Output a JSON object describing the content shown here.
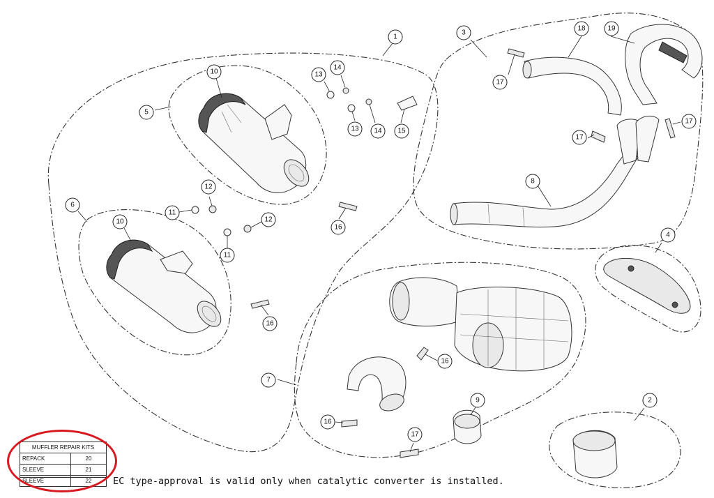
{
  "callouts": [
    {
      "id": "c1",
      "label": "1"
    },
    {
      "id": "c2",
      "label": "2"
    },
    {
      "id": "c3",
      "label": "3"
    },
    {
      "id": "c4",
      "label": "4"
    },
    {
      "id": "c5",
      "label": "5"
    },
    {
      "id": "c6",
      "label": "6"
    },
    {
      "id": "c7",
      "label": "7"
    },
    {
      "id": "c8",
      "label": "8"
    },
    {
      "id": "c9",
      "label": "9"
    },
    {
      "id": "c10a",
      "label": "10"
    },
    {
      "id": "c10b",
      "label": "10"
    },
    {
      "id": "c11a",
      "label": "11"
    },
    {
      "id": "c11b",
      "label": "11"
    },
    {
      "id": "c12a",
      "label": "12"
    },
    {
      "id": "c12b",
      "label": "12"
    },
    {
      "id": "c13a",
      "label": "13"
    },
    {
      "id": "c13b",
      "label": "13"
    },
    {
      "id": "c14a",
      "label": "14"
    },
    {
      "id": "c14b",
      "label": "14"
    },
    {
      "id": "c15",
      "label": "15"
    },
    {
      "id": "c16a",
      "label": "16"
    },
    {
      "id": "c16b",
      "label": "16"
    },
    {
      "id": "c16c",
      "label": "16"
    },
    {
      "id": "c16d",
      "label": "16"
    },
    {
      "id": "c17a",
      "label": "17"
    },
    {
      "id": "c17b",
      "label": "17"
    },
    {
      "id": "c17c",
      "label": "17"
    },
    {
      "id": "c17d",
      "label": "17"
    },
    {
      "id": "c18",
      "label": "18"
    },
    {
      "id": "c19",
      "label": "19"
    }
  ],
  "repair_kits": {
    "title": "MUFFLER REPAIR KITS",
    "rows": [
      {
        "name": "REPACK",
        "number": "20"
      },
      {
        "name": "SLEEVE",
        "number": "21"
      },
      {
        "name": "SLEEVE",
        "number": "22"
      }
    ],
    "highlight_color": "#d71920"
  },
  "note": "EC type-approval is valid only when catalytic converter is installed."
}
